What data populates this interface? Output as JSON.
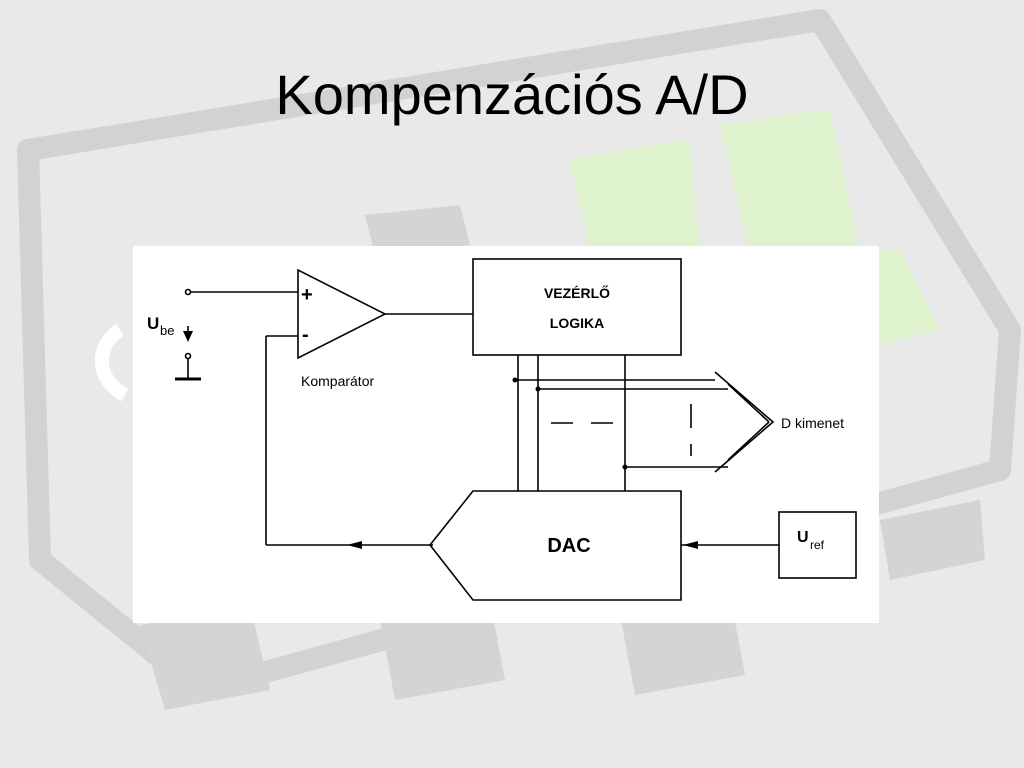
{
  "slide": {
    "title": "Kompenzációs A/D"
  },
  "diagram": {
    "comparator": {
      "plus": "+",
      "minus": "-",
      "label": "Komparátor"
    },
    "control_logic": {
      "line1": "VEZÉRLŐ",
      "line2": "LOGIKA"
    },
    "dac_label": "DAC",
    "input": {
      "symbol": "U",
      "subscript": "be"
    },
    "reference": {
      "symbol": "U",
      "subscript": "ref"
    },
    "output_label": "D kimenet"
  }
}
